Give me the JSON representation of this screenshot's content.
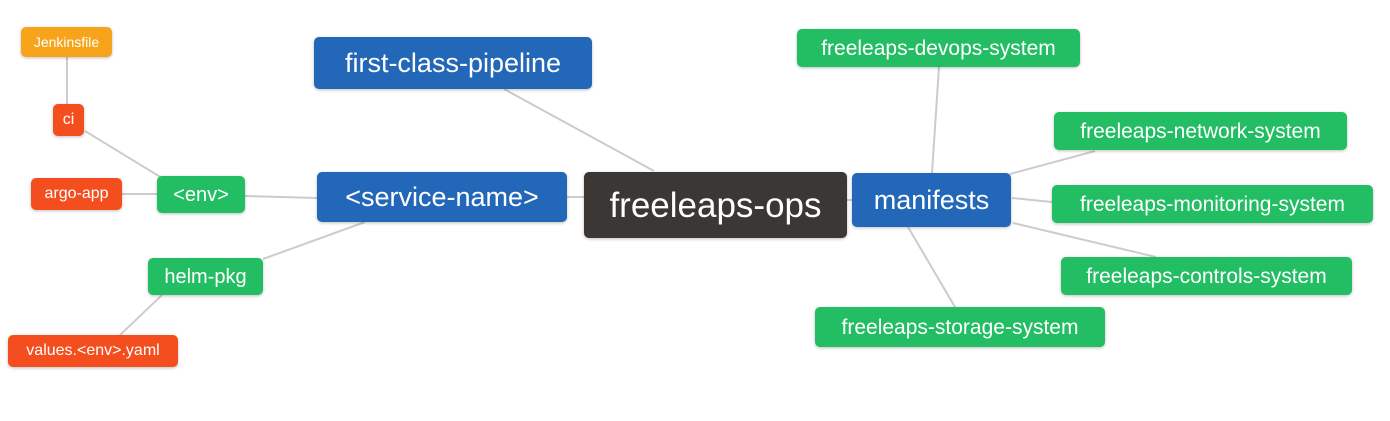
{
  "diagram": {
    "type": "mindmap",
    "root_label": "freeleaps-ops"
  },
  "palette": {
    "root_bg": "#3B3735",
    "branch_blue_bg": "#2267B8",
    "leaf_green_bg": "#23BE63",
    "leaf_red_bg": "#F44E1F",
    "leaf_orange_bg": "#F7A41C",
    "text": "#FFFFFF",
    "edge": "#CCCCCC",
    "canvas_bg": "#FFFFFF"
  },
  "nodes": {
    "freeleaps_ops": {
      "label": "freeleaps-ops"
    },
    "first_class_pipeline": {
      "label": "first-class-pipeline"
    },
    "service_name": {
      "label": "<service-name>"
    },
    "manifests": {
      "label": "manifests"
    },
    "env": {
      "label": "<env>"
    },
    "helm_pkg": {
      "label": "helm-pkg"
    },
    "ci": {
      "label": "ci"
    },
    "argo_app": {
      "label": "argo-app"
    },
    "jenkinsfile": {
      "label": "Jenkinsfile"
    },
    "values_env_yaml": {
      "label": "values.<env>.yaml"
    },
    "devops_system": {
      "label": "freeleaps-devops-system"
    },
    "network_system": {
      "label": "freeleaps-network-system"
    },
    "monitoring_system": {
      "label": "freeleaps-monitoring-system"
    },
    "controls_system": {
      "label": "freeleaps-controls-system"
    },
    "storage_system": {
      "label": "freeleaps-storage-system"
    }
  },
  "edges": [
    [
      "jenkinsfile",
      "ci"
    ],
    [
      "ci",
      "env"
    ],
    [
      "argo_app",
      "env"
    ],
    [
      "env",
      "service_name"
    ],
    [
      "service_name",
      "helm_pkg"
    ],
    [
      "helm_pkg",
      "values_env_yaml"
    ],
    [
      "first_class_pipeline",
      "freeleaps_ops"
    ],
    [
      "service_name",
      "freeleaps_ops"
    ],
    [
      "freeleaps_ops",
      "manifests"
    ],
    [
      "manifests",
      "devops_system"
    ],
    [
      "manifests",
      "network_system"
    ],
    [
      "manifests",
      "monitoring_system"
    ],
    [
      "manifests",
      "controls_system"
    ],
    [
      "manifests",
      "storage_system"
    ]
  ]
}
